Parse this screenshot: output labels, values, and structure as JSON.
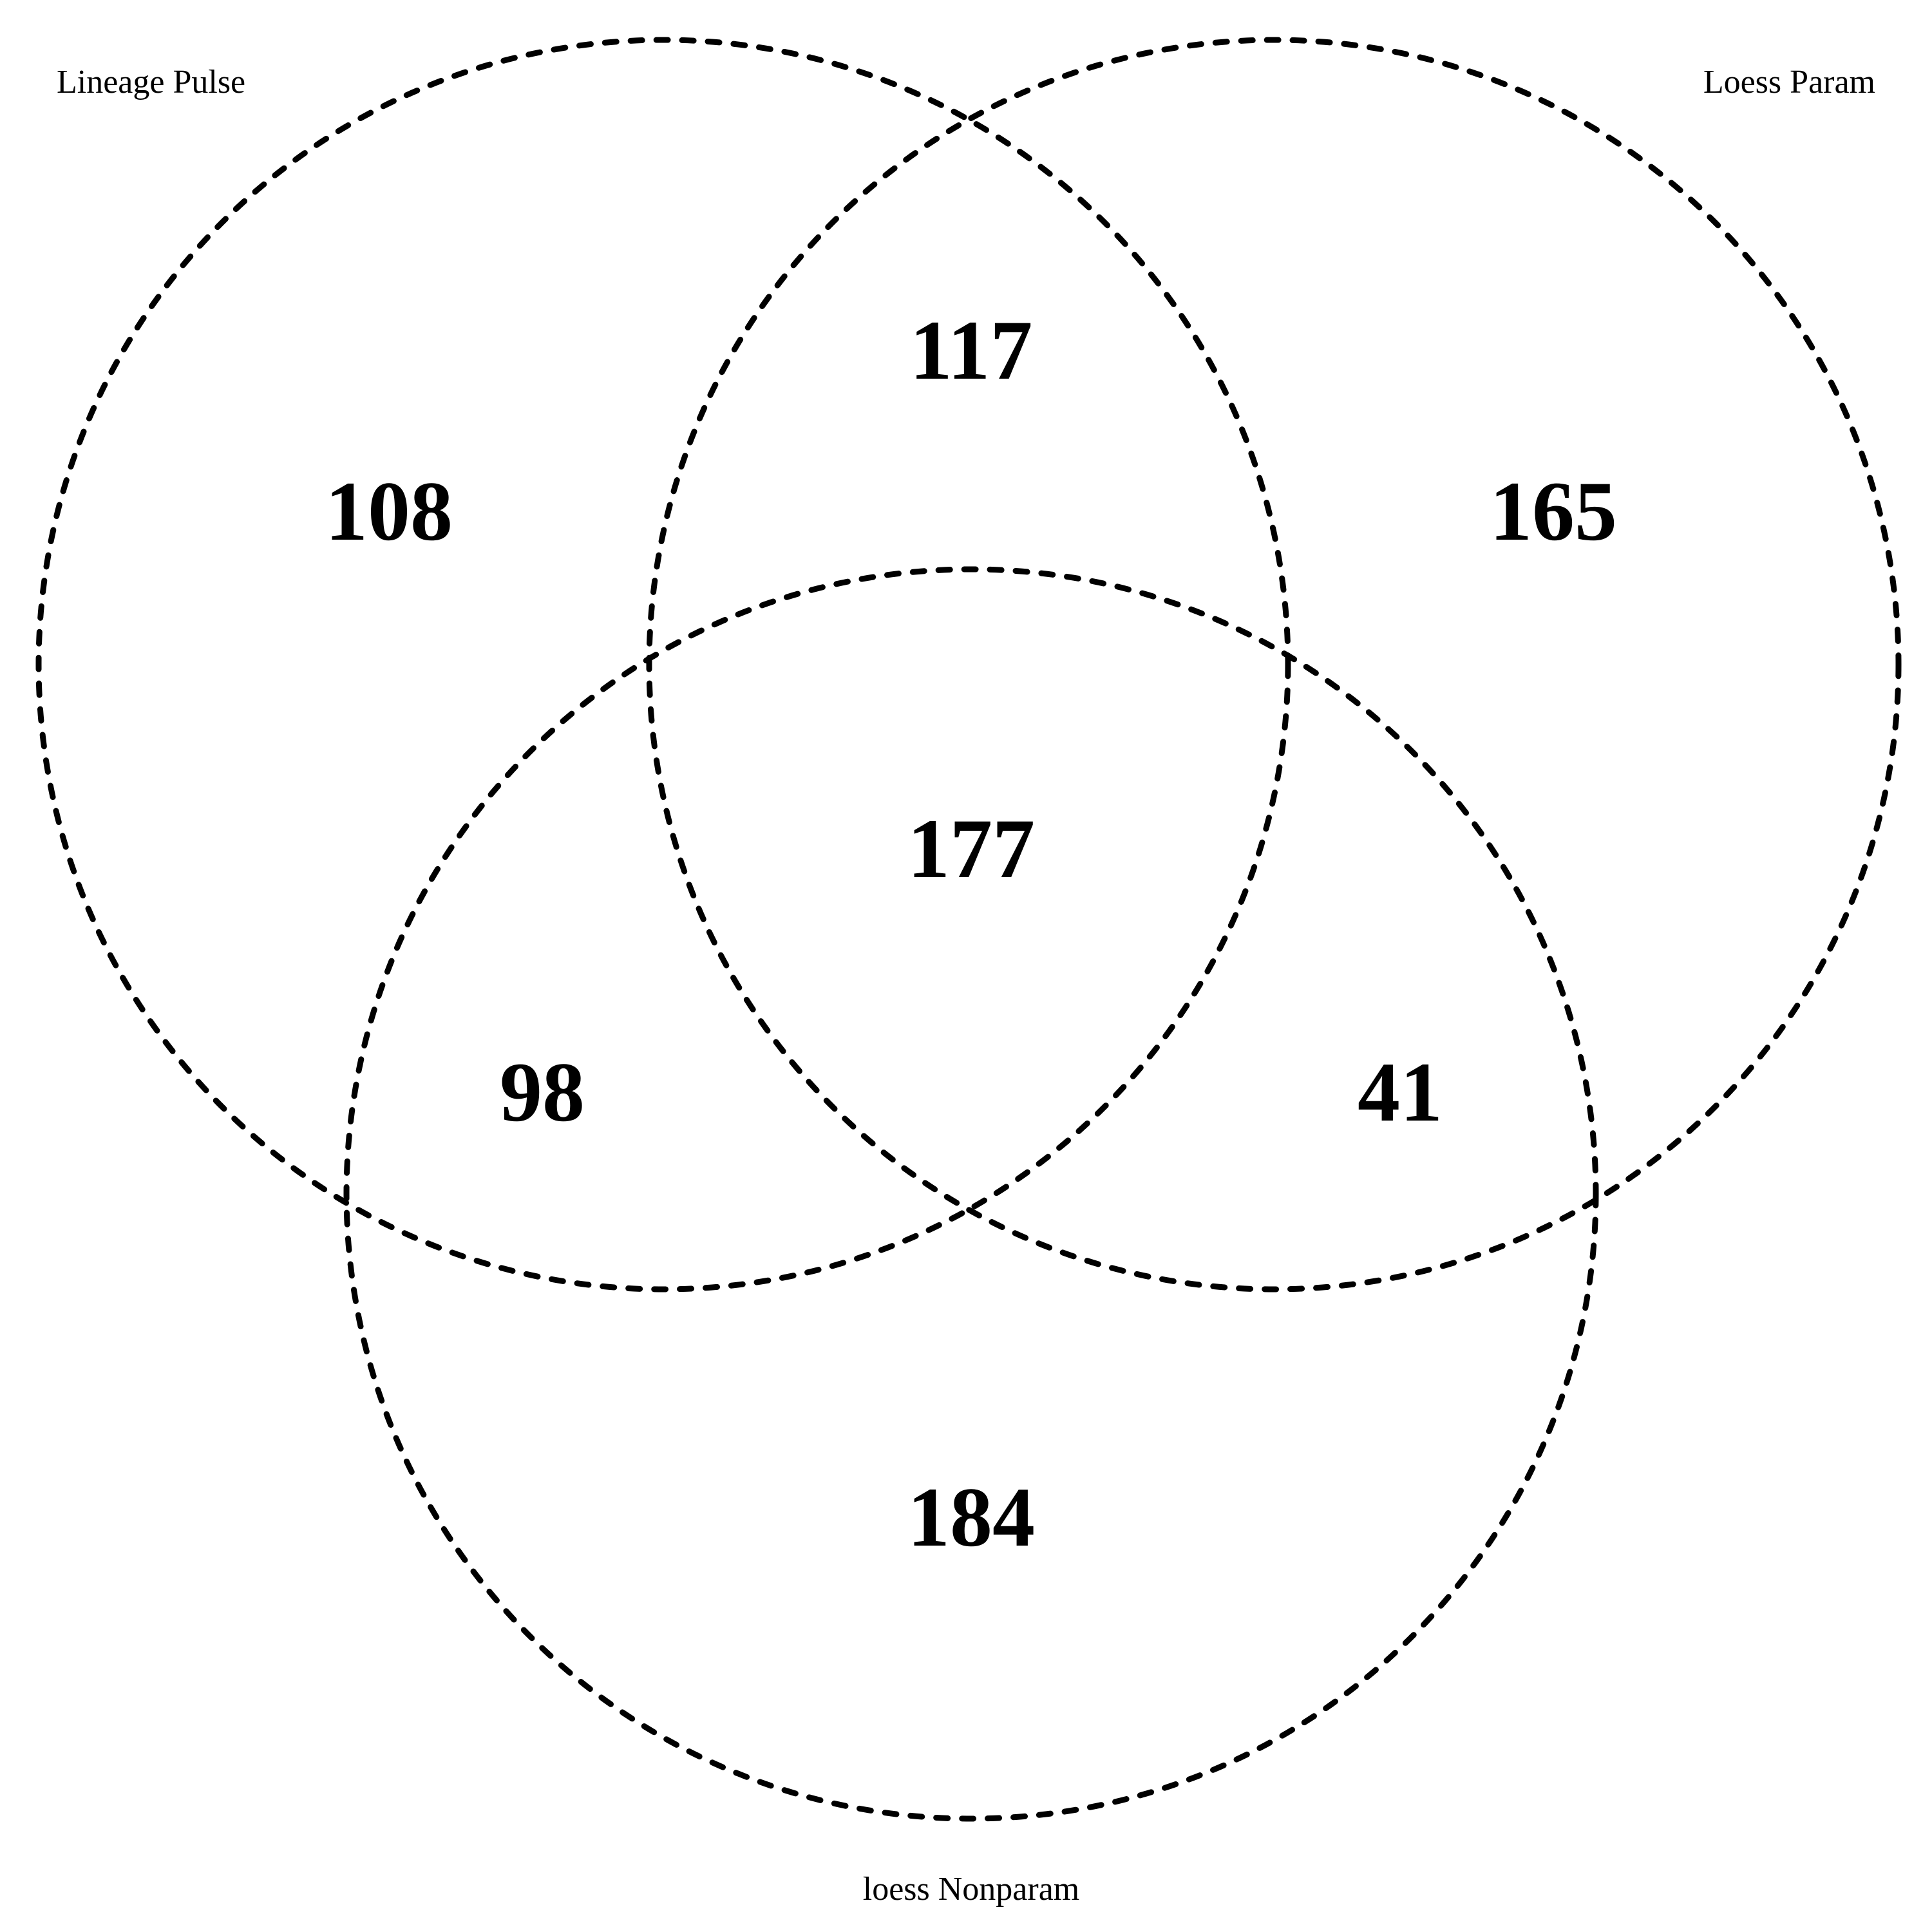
{
  "diagram": {
    "type": "venn-3",
    "sets": {
      "a": "Lineage Pulse",
      "b": "Loess Param",
      "c": "loess Nonparam"
    },
    "counts": {
      "only_a": "108",
      "only_b": "165",
      "only_c": "184",
      "a_and_b": "117",
      "a_and_c": "98",
      "b_and_c": "41",
      "a_and_b_and_c": "177"
    },
    "colors": {
      "stroke": "#000000",
      "background": "#ffffff"
    }
  }
}
